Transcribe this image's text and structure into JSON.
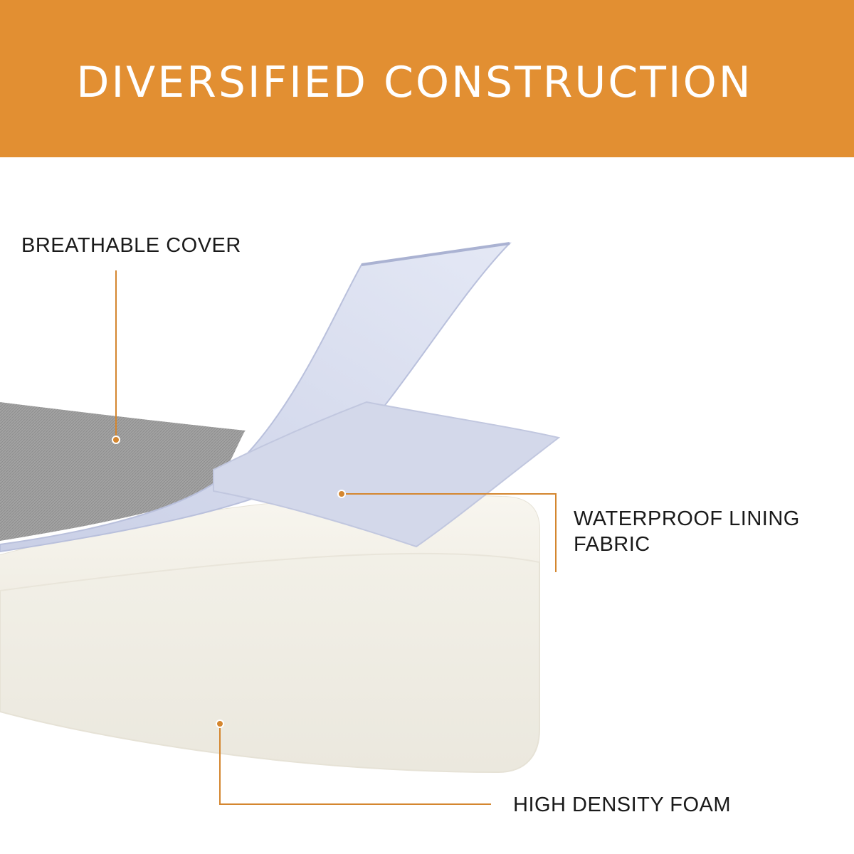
{
  "banner": {
    "title": "DIVERSIFIED CONSTRUCTION",
    "background_color": "#e28f32",
    "text_color": "#ffffff"
  },
  "layers": {
    "cover": {
      "label": "BREATHABLE COVER",
      "color": "#9a9a9a"
    },
    "lining": {
      "label_line1": "WATERPROOF LINING",
      "label_line2": "FABRIC",
      "color": "#d3d8ea"
    },
    "foam": {
      "label": "HIGH DENSITY FOAM",
      "color": "#f1efe6"
    }
  },
  "callout_color": "#d4862f"
}
